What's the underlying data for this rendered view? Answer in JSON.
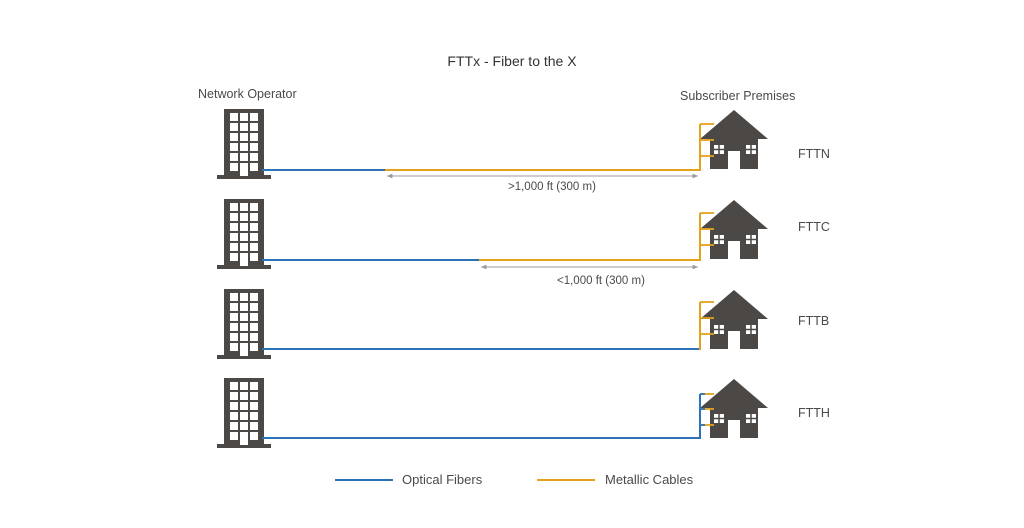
{
  "title": "FTTx - Fiber to the X",
  "left_header": "Network Operator",
  "right_header": "Subscriber Premises",
  "colors": {
    "optical": "#2b73b8",
    "metallic": "#e3a21a",
    "building": "#4b4846",
    "dimension": "#9b9b9b",
    "text": "#4a4a4a"
  },
  "rows": [
    {
      "label": "FTTN",
      "distance": ">1,000 ft (300 m)"
    },
    {
      "label": "FTTC",
      "distance": "<1,000 ft (300 m)"
    },
    {
      "label": "FTTB"
    },
    {
      "label": "FTTH"
    }
  ],
  "legend": {
    "optical": "Optical Fibers",
    "metallic": "Metallic Cables"
  },
  "icons": {
    "operator": "office-building-icon",
    "premises": "house-icon"
  }
}
